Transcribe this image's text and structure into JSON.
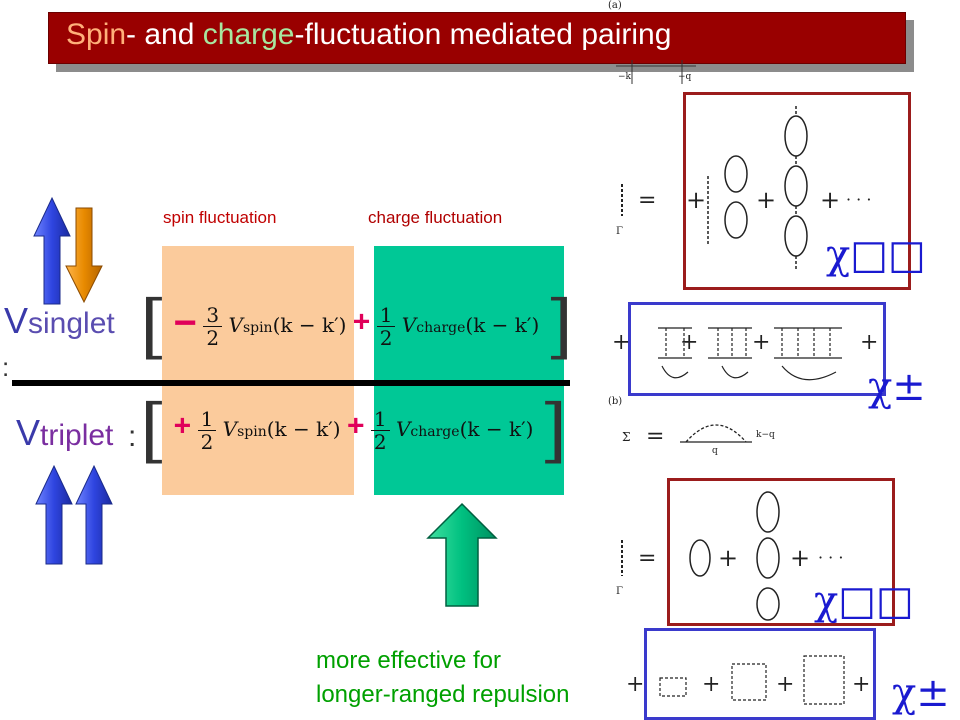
{
  "title": {
    "part1": "Spin",
    "part2": "- and ",
    "part3": "charge",
    "part4": "-fluctuation mediated pairing"
  },
  "labels": {
    "spin_fluctuation": "spin fluctuation",
    "charge_fluctuation": "charge fluctuation",
    "v_letter": "V",
    "singlet": "singlet",
    "triplet": "triplet",
    "colon": ":",
    "more_effective": "more effective for",
    "longer_ranged": "longer-ranged repulsion"
  },
  "formula": {
    "singlet_sign1": "−",
    "singlet_sign2": "+",
    "triplet_sign1": "+",
    "triplet_sign2": "+",
    "frac_3": "3",
    "frac_1": "1",
    "frac_den": "2",
    "v_spin": "V",
    "spin_sub": "spin",
    "charge_sub": "charge",
    "arg": "(k − k′)"
  },
  "diagram_panel": {
    "label_a": "(a)",
    "label_b": "(b)",
    "chi_updown_top": "χ□□",
    "chi_pm_top": "χ±",
    "chi_updown_bottom": "χ□□",
    "chi_pm_bottom": "χ±",
    "gamma_up": "Γ",
    "sigma": "Σ",
    "equals": "=",
    "plus": "+",
    "dots": "· · ·",
    "k_minus_q": "k−q",
    "q": "q",
    "minus_k": "−k",
    "minus_q": "−q"
  },
  "colors": {
    "title_bg": "#990000",
    "spin_panel": "#fbcb9c",
    "charge_panel": "#00c896",
    "arrow_blue": "#2f45e0",
    "arrow_orange": "#e88a00",
    "arrow_green": "#00c080",
    "sign_pink": "#e0005a"
  }
}
